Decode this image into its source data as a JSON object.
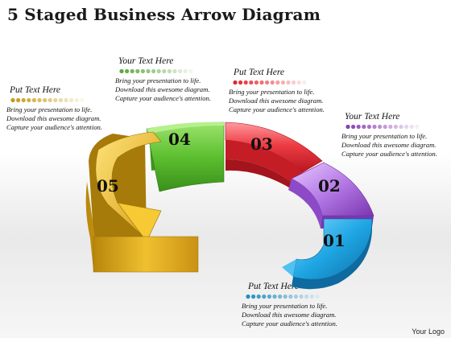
{
  "title": "5 Staged Business Arrow Diagram",
  "text_blocks": [
    {
      "heading": "Your Text Here",
      "lines": [
        "Bring your presentation to life.",
        "Download this awesome diagram.",
        "Capture your audience's attention."
      ],
      "dot_color": "#5aa83a"
    },
    {
      "heading": "Put Text Here",
      "lines": [
        "Bring your presentation to life.",
        "Download this awesome diagram.",
        "Capture your audience's attention."
      ],
      "dot_color": "#e1262d"
    },
    {
      "heading": "Put Text Here",
      "lines": [
        "Bring your presentation to life.",
        "Download this awesome diagram.",
        "Capture your audience's attention."
      ],
      "dot_color": "#c79a10"
    },
    {
      "heading": "Your Text Here",
      "lines": [
        "Bring your presentation to life.",
        "Download this awesome diagram.",
        "Capture your audience's attention."
      ],
      "dot_color": "#8a3fb0"
    },
    {
      "heading": "Put Text Here",
      "lines": [
        "Bring your presentation to life.",
        "Download this awesome diagram.",
        "Capture your audience's attention."
      ],
      "dot_color": "#1f8fc0"
    }
  ],
  "stages": [
    {
      "number": "01",
      "color": "#1ea6e3"
    },
    {
      "number": "02",
      "color": "#a35fd6"
    },
    {
      "number": "03",
      "color": "#e8343c"
    },
    {
      "number": "04",
      "color": "#66c23a"
    },
    {
      "number": "05",
      "color": "#e0a91a"
    }
  ],
  "logo": "Your Logo"
}
